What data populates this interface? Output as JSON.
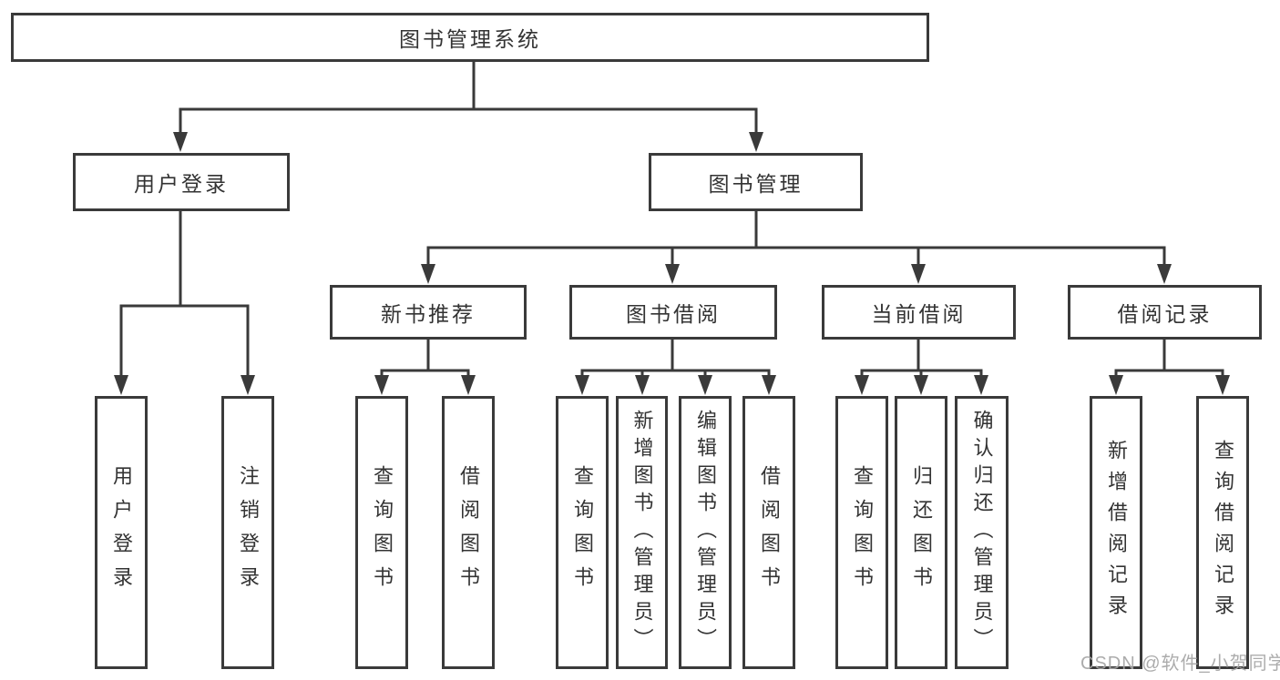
{
  "diagram": {
    "root": {
      "label": "图书管理系统"
    },
    "branches": [
      {
        "label": "用户登录",
        "children": [
          {
            "label": "用户登录"
          },
          {
            "label": "注销登录"
          }
        ]
      },
      {
        "label": "图书管理",
        "children": [
          {
            "label": "新书推荐",
            "children": [
              {
                "label": "查询图书"
              },
              {
                "label": "借阅图书"
              }
            ]
          },
          {
            "label": "图书借阅",
            "children": [
              {
                "label": "查询图书"
              },
              {
                "label": "新增图书（管理员）"
              },
              {
                "label": "编辑图书（管理员）"
              },
              {
                "label": "借阅图书"
              }
            ]
          },
          {
            "label": "当前借阅",
            "children": [
              {
                "label": "查询图书"
              },
              {
                "label": "归还图书"
              },
              {
                "label": "确认归还（管理员）"
              }
            ]
          },
          {
            "label": "借阅记录",
            "children": [
              {
                "label": "新增借阅记录"
              },
              {
                "label": "查询借阅记录"
              }
            ]
          }
        ]
      }
    ]
  },
  "watermark": "CSDN @软件_小贺同学",
  "colors": {
    "line": "#3a3a3a",
    "text": "#333333",
    "watermark": "#a5a5a5"
  }
}
